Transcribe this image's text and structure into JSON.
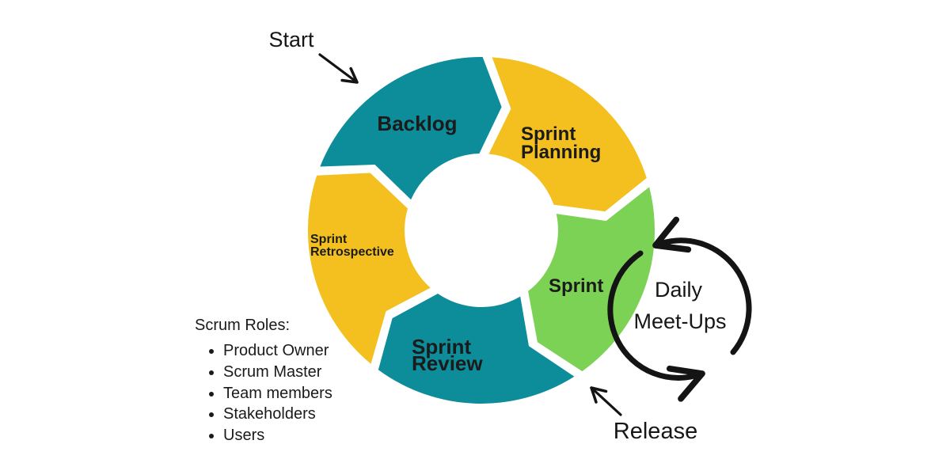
{
  "diagram": {
    "type": "cycle",
    "direction": "clockwise",
    "segments": [
      {
        "id": "backlog",
        "label": "Backlog",
        "color": "#0D8C9A"
      },
      {
        "id": "sprint-planning",
        "label": "Sprint Planning",
        "label_lines": [
          "Sprint",
          "Planning"
        ],
        "color": "#F3C01F"
      },
      {
        "id": "sprint",
        "label": "Sprint",
        "color": "#7CD254"
      },
      {
        "id": "sprint-review",
        "label": "Sprint Review",
        "label_lines": [
          "Sprint",
          "Review"
        ],
        "color": "#0D8C9A"
      },
      {
        "id": "sprint-retrospective",
        "label": "Sprint Retrospective",
        "label_lines": [
          "Sprint",
          "Retrospective"
        ],
        "color": "#F3C01F"
      }
    ],
    "annotations": {
      "start": {
        "label": "Start"
      },
      "release": {
        "label": "Release"
      },
      "daily_meetups": {
        "label": "Daily Meet-Ups",
        "label_lines": [
          "Daily",
          "Meet-Ups"
        ]
      }
    }
  },
  "scrum_roles": {
    "title": "Scrum Roles:",
    "items": [
      "Product Owner",
      "Scrum Master",
      "Team members",
      "Stakeholders",
      "Users"
    ]
  },
  "colors": {
    "teal": "#0D8C9A",
    "yellow": "#F3C01F",
    "green": "#7CD254",
    "ink": "#141414",
    "background": "#FFFFFF"
  }
}
